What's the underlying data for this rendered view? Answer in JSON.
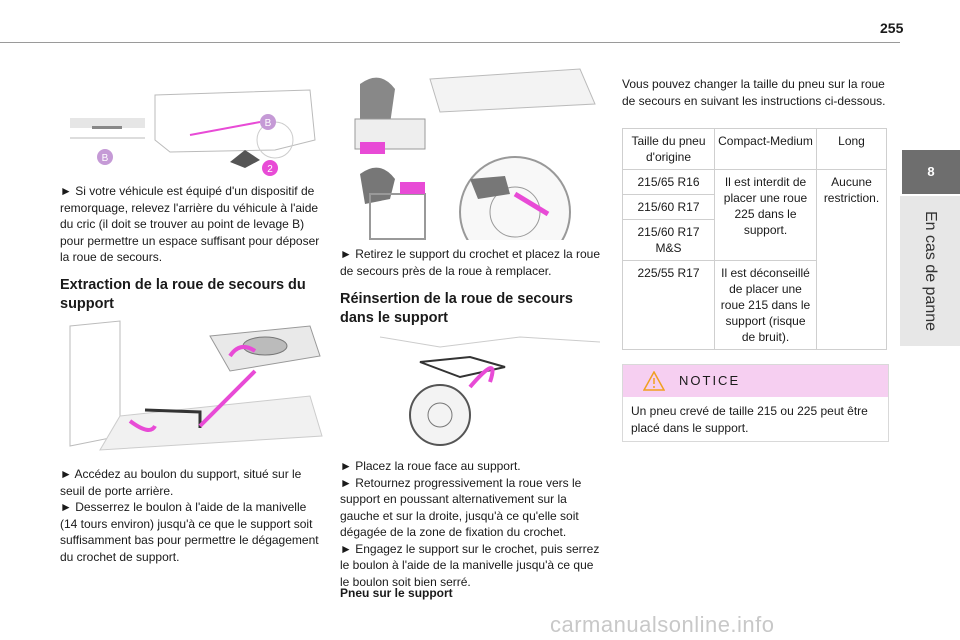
{
  "page_number": "255",
  "chapter": {
    "number": "8",
    "title": "En cas de panne"
  },
  "col1": {
    "intro_text": "► Si votre véhicule est équipé d'un dispositif de remorquage, relevez l'arrière du véhicule à l'aide du cric (il doit se trouver au point de levage B) pour permettre un espace suffisant pour déposer la roue de secours.",
    "heading": "Extraction de la roue de secours du support",
    "steps_text": "► Accédez au boulon du support, situé sur le seuil de porte arrière.\n► Desserrez le boulon à l'aide de la manivelle (14 tours environ) jusqu'à ce que le support soit suffisamment bas pour permettre le dégagement du crochet de support."
  },
  "col2": {
    "text1": "► Retirez le support du crochet et placez la roue de secours près de la roue à remplacer.",
    "heading": "Réinsertion de la roue de secours dans le support",
    "steps_text": "► Placez la roue face au support.\n► Retournez progressivement la roue vers le support en poussant alternativement sur la gauche et sur la droite, jusqu'à ce qu'elle soit dégagée de la zone de fixation du crochet.\n► Engagez le support sur le crochet, puis serrez le boulon à l'aide de la manivelle jusqu'à ce que le boulon soit bien serré.",
    "bold_line": "Pneu sur le support"
  },
  "col3": {
    "intro": "Vous pouvez changer la taille du pneu sur la roue de secours en suivant les instructions ci-dessous.",
    "table": {
      "headers": [
        "Taille du pneu d'origine",
        "Compact-Medium",
        "Long"
      ],
      "rows": [
        {
          "size": "215/65 R16",
          "compact": "Il est interdit de placer une roue 225 dans le support.",
          "long": "Aucune restriction."
        },
        {
          "size": "215/60 R17"
        },
        {
          "size": "215/60 R17 M&S"
        },
        {
          "size": "225/55 R17",
          "compact": "Il est déconseillé de placer une roue 215 dans le support (risque de bruit)."
        }
      ]
    },
    "notice": {
      "label": "NOTICE",
      "text": "Un pneu crevé de taille 215 ou 225 peut être placé dans le support."
    }
  },
  "callouts": {
    "b": "B",
    "two": "2"
  },
  "watermark": "carmanualsonline.info",
  "colors": {
    "accent_pink": "#e84bd6",
    "notice_bg": "#f6cff1",
    "tab_gray": "#6e6e6e"
  }
}
